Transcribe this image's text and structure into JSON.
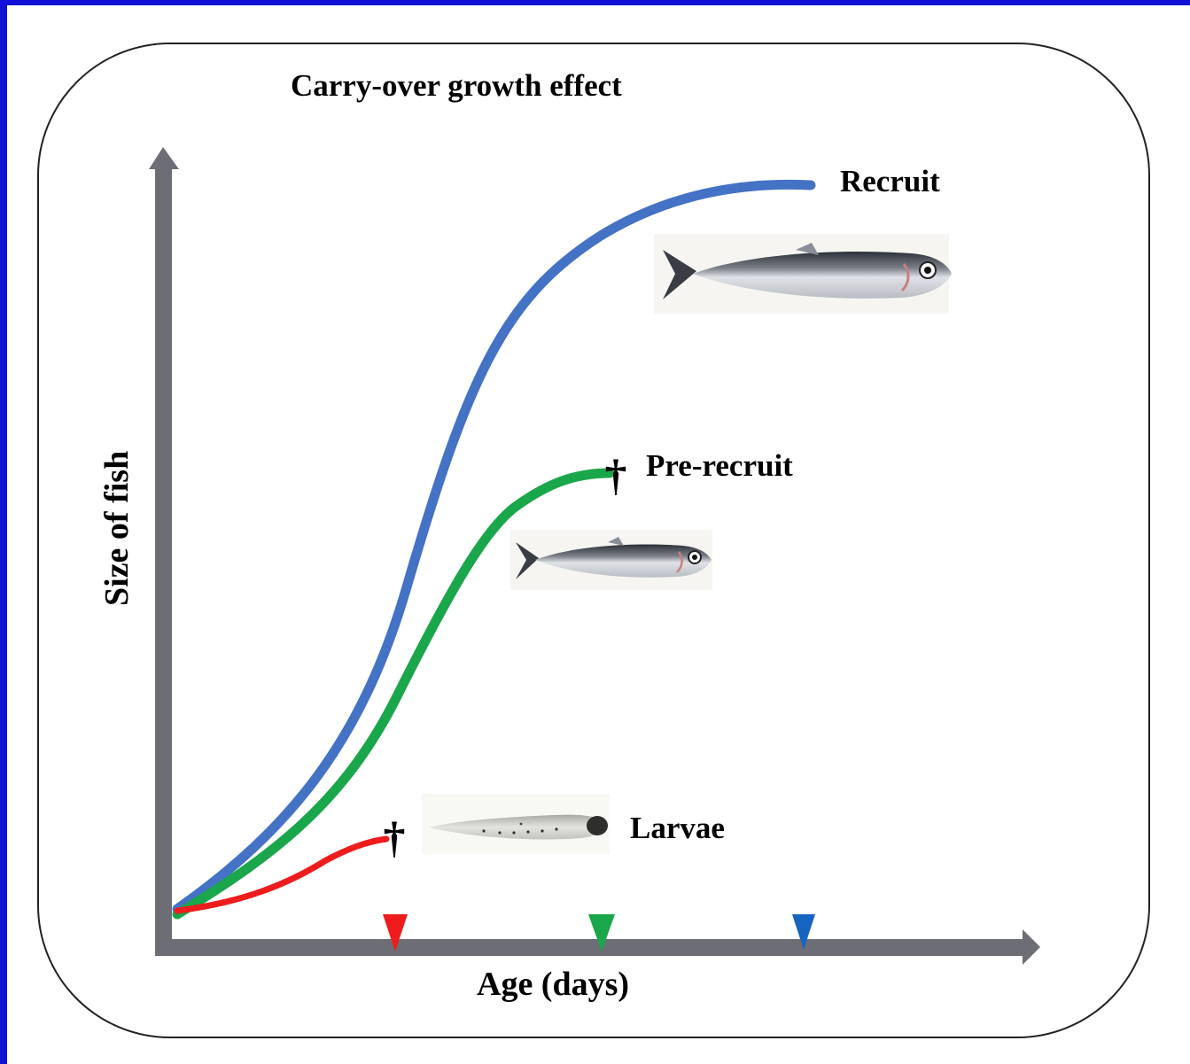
{
  "title": "Carry-over growth effect",
  "y_axis_label": "Size of fish",
  "x_axis_label": "Age (days)",
  "stages": [
    {
      "label": "Recruit",
      "color": "#4472c4",
      "marker_color": "#1565c0"
    },
    {
      "label": "Pre-recruit",
      "color": "#1aa64a",
      "marker_color": "#1aa64a"
    },
    {
      "label": "Larvae",
      "color": "#ee1c1c",
      "marker_color": "#ee1c1c"
    }
  ],
  "death_symbol": "†",
  "axis_color": "#6d6e75",
  "icons": [
    "adult-fish-icon",
    "juvenile-fish-icon",
    "larva-icon"
  ]
}
